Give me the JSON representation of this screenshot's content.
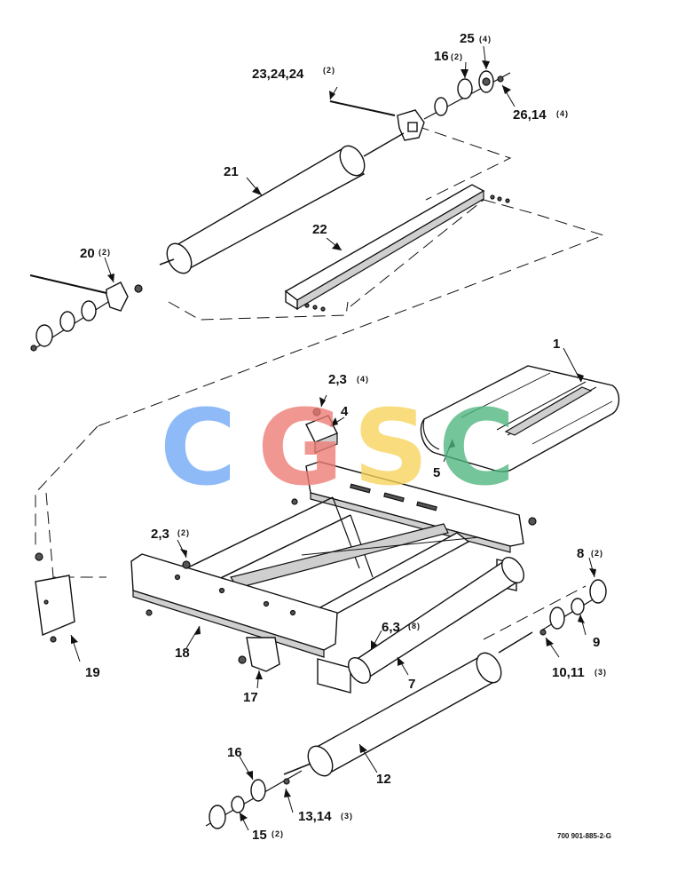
{
  "labels": {
    "p1": "1",
    "p23": "23,24,24",
    "p23q": "(2)",
    "p25": "25",
    "p25q": "(4)",
    "p16top": "16",
    "p16topq": "(2)",
    "p26": "26,14",
    "p26q": "(4)",
    "p21": "21",
    "p22": "22",
    "p20": "20",
    "p20q": "(2)",
    "p2a": "2,3",
    "p2aq": "(4)",
    "p4": "4",
    "p5": "5",
    "p2b": "2,3",
    "p2bq": "(2)",
    "p8": "8",
    "p8q": "(2)",
    "p6": "6,3",
    "p6q": "(8)",
    "p9": "9",
    "p10": "10,11",
    "p10q": "(3)",
    "p19": "19",
    "p18": "18",
    "p7": "7",
    "p17": "17",
    "p16bot": "16",
    "p12": "12",
    "p13": "13,14",
    "p13q": "(3)",
    "p15": "15",
    "p15q": "(2)"
  },
  "figure_number": "700 901-885-2-G",
  "watermark": {
    "letters": [
      "C",
      "G",
      "S",
      "C"
    ],
    "colors": [
      "#6fa8f5",
      "#ee7b73",
      "#f7d35a",
      "#4fb580"
    ]
  }
}
